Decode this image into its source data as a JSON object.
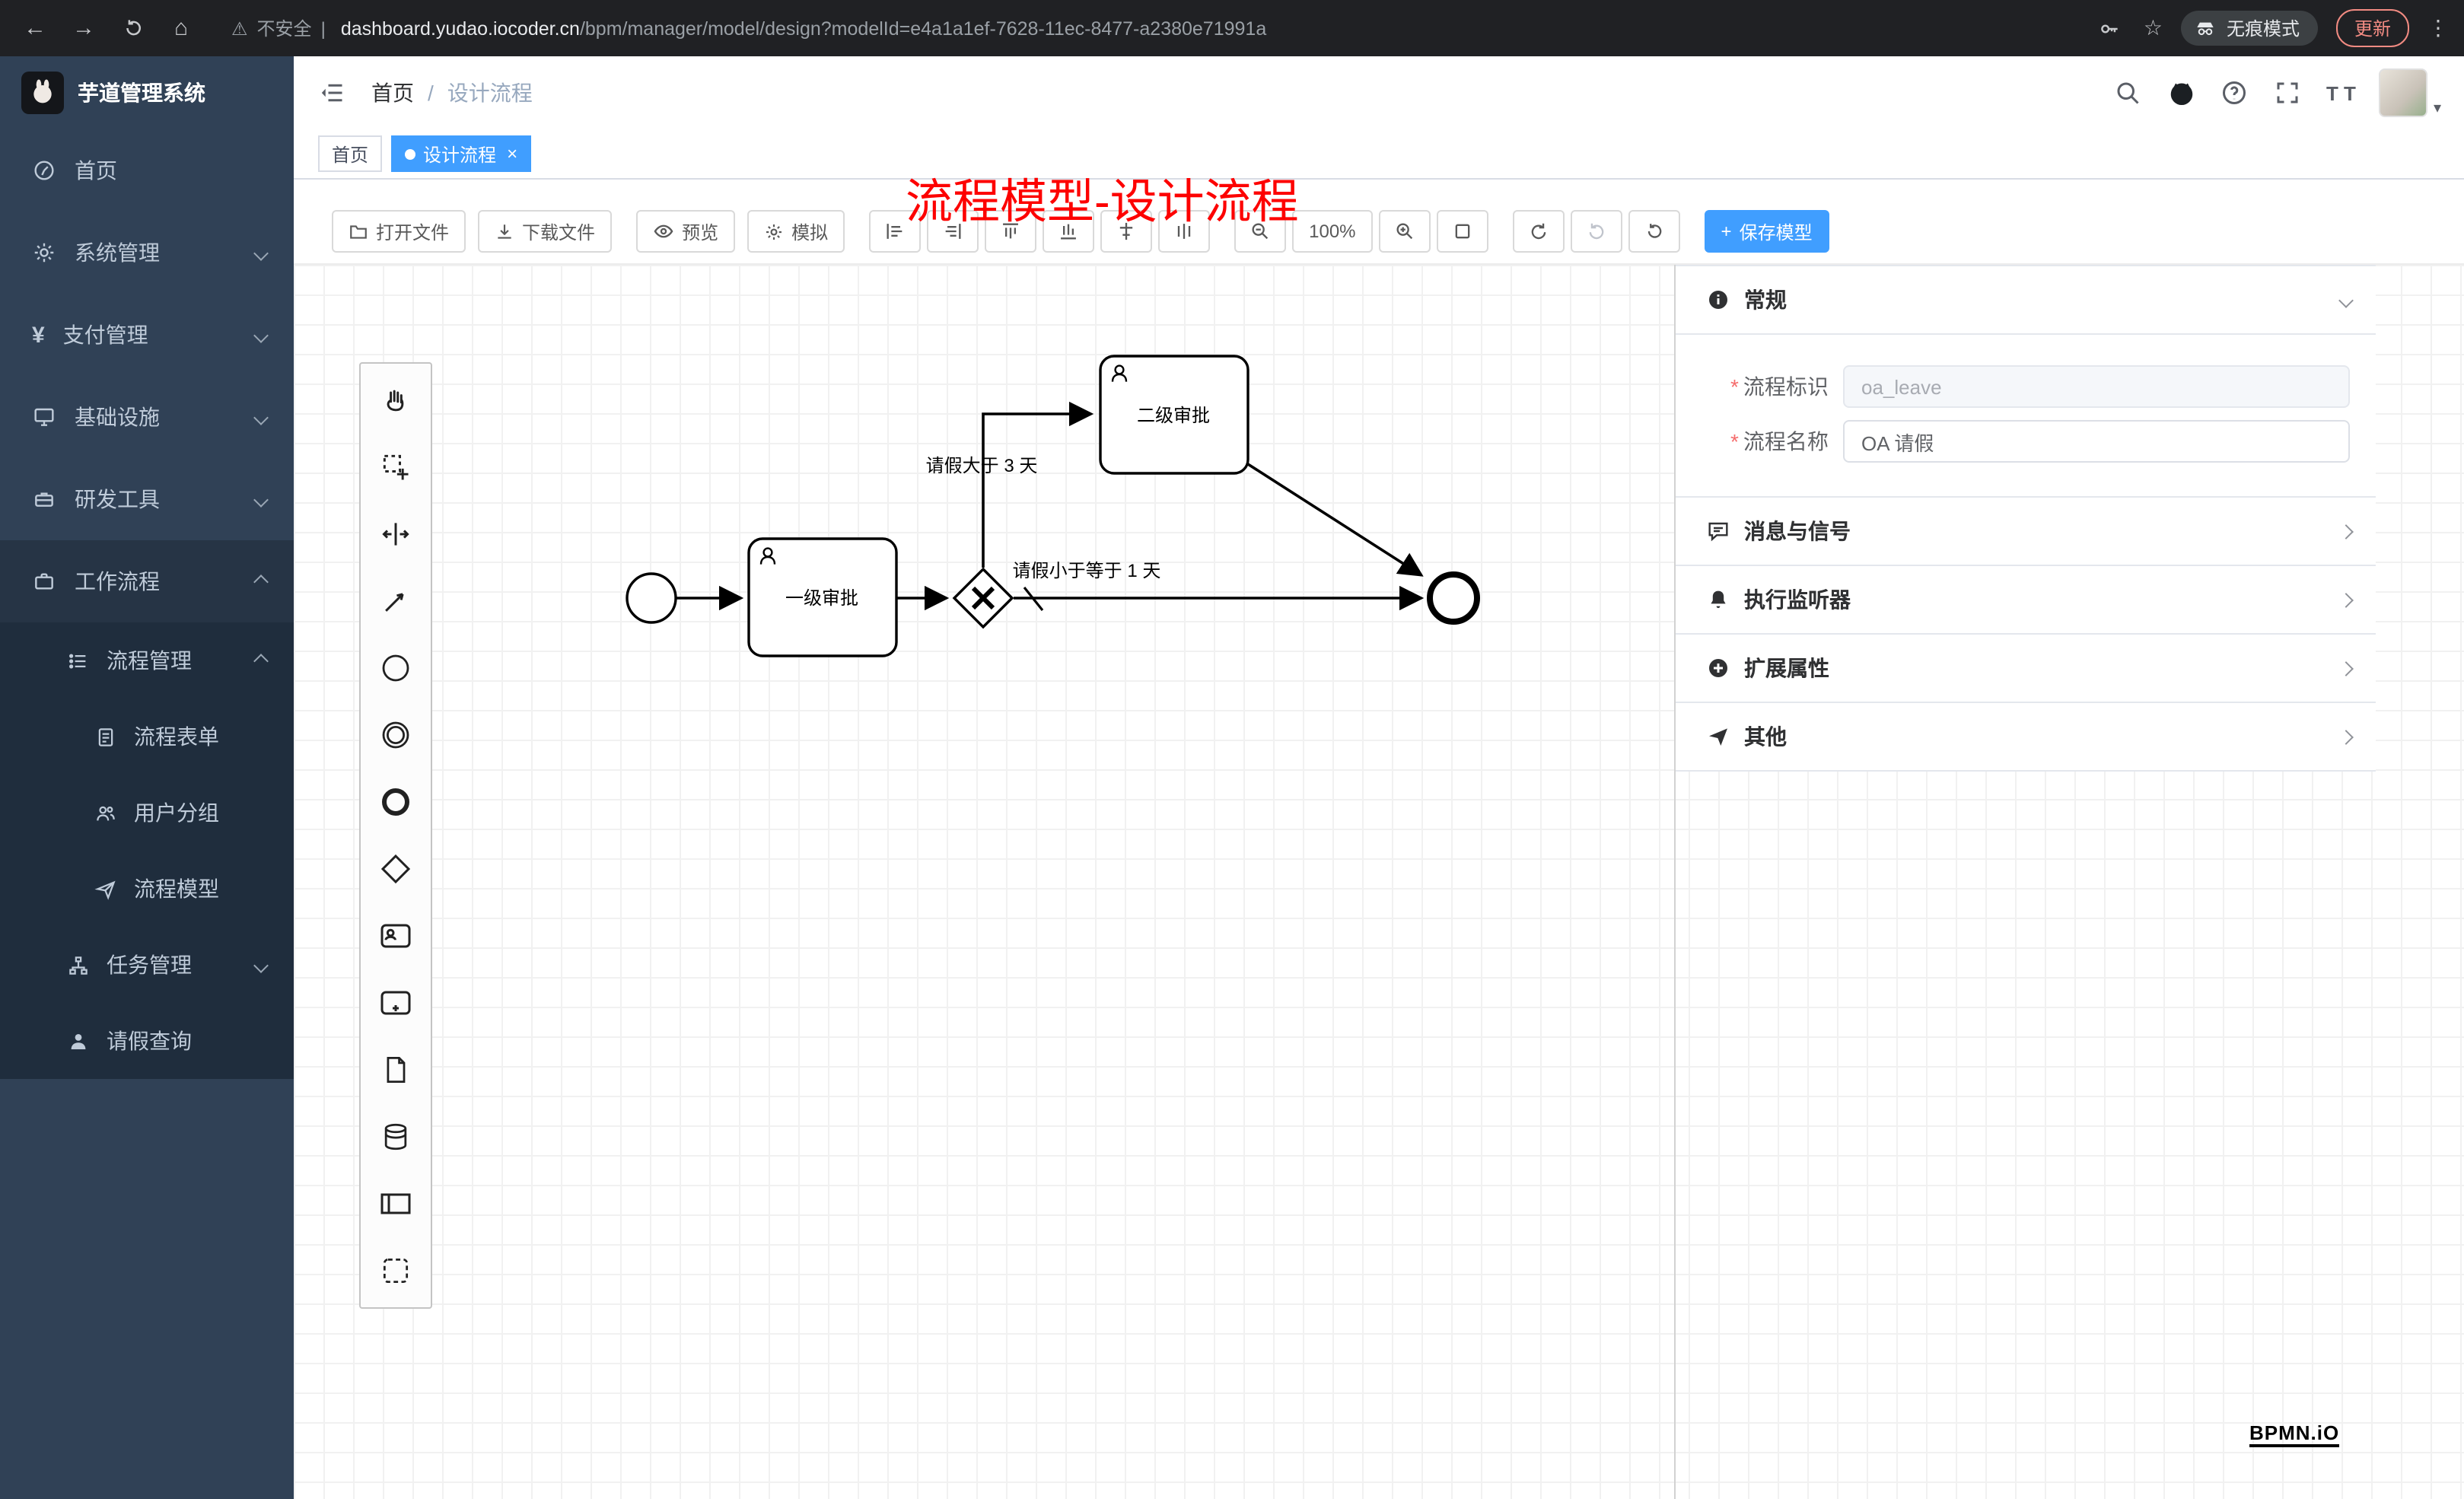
{
  "browser": {
    "security_label": "不安全",
    "url_host": "dashboard.yudao.iocoder.cn",
    "url_path": "/bpm/manager/model/design?modelId=e4a1a1ef-7628-11ec-8477-a2380e71991a",
    "incognito_label": "无痕模式",
    "update_label": "更新"
  },
  "glyphs": {
    "back": "←",
    "forward": "→",
    "home": "⌂",
    "warning": "⚠",
    "divider": "|",
    "star": "☆",
    "menu_dots": "⋮",
    "caret_down": "▾",
    "close": "×",
    "plus": "+",
    "breadcrumb_sep": "/",
    "yen": "¥",
    "question": "?",
    "font_size": "T T"
  },
  "sidebar": {
    "app_title": "芋道管理系统",
    "items": [
      {
        "label": "首页"
      },
      {
        "label": "系统管理"
      },
      {
        "label": "支付管理"
      },
      {
        "label": "基础设施"
      },
      {
        "label": "研发工具"
      },
      {
        "label": "工作流程"
      }
    ],
    "workflow_children": [
      {
        "label": "流程管理"
      },
      {
        "label": "流程表单"
      },
      {
        "label": "用户分组"
      },
      {
        "label": "流程模型"
      },
      {
        "label": "任务管理"
      },
      {
        "label": "请假查询"
      }
    ]
  },
  "header": {
    "breadcrumb_1": "首页",
    "breadcrumb_2": "设计流程",
    "annotation": "流程模型-设计流程"
  },
  "tabs": {
    "home": "首页",
    "active": "设计流程"
  },
  "toolbar": {
    "open_file": "打开文件",
    "download_file": "下载文件",
    "preview": "预览",
    "simulate": "模拟",
    "zoom_level": "100%",
    "save_model": "保存模型"
  },
  "diagram": {
    "task1": "一级审批",
    "task2": "二级审批",
    "condition_gt": "请假大于 3 天",
    "condition_le": "请假小于等于 1 天"
  },
  "properties": {
    "section_general": "常规",
    "required_mark": "*",
    "field_key_label": "流程标识",
    "field_key_value": "oa_leave",
    "field_name_label": "流程名称",
    "field_name_value": "OA 请假",
    "section_message": "消息与信号",
    "section_listener": "执行监听器",
    "section_extension": "扩展属性",
    "section_other": "其他"
  },
  "watermark": "BPMN.iO",
  "colors": {
    "accent": "#409eff",
    "sidebar_bg": "#304156",
    "submenu_bg": "#1f2d3d",
    "annotation_red": "#fd0100"
  }
}
